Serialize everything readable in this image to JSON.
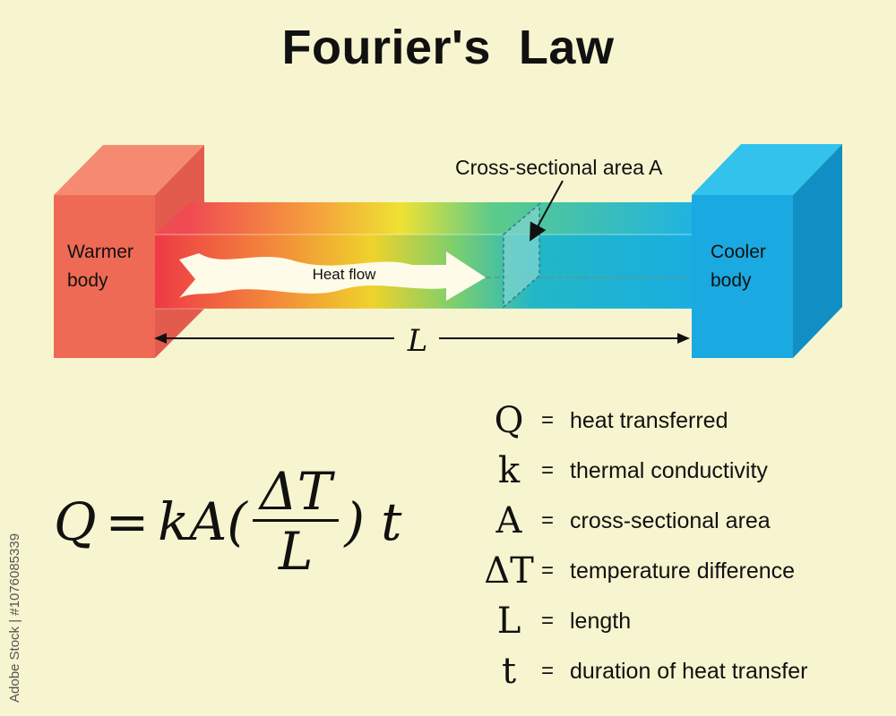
{
  "title": "Fourier's  Law",
  "diagram": {
    "warmer_label_line1": "Warmer",
    "warmer_label_line2": "body",
    "cooler_label_line1": "Cooler",
    "cooler_label_line2": "body",
    "heat_flow_label": "Heat flow",
    "cross_section_label": "Cross-sectional area A",
    "length_label": "L",
    "colors": {
      "warm": "#ef6a55",
      "cool": "#1aa9e0",
      "gradient": [
        "#ee3b45",
        "#f7b22a",
        "#e7e02a",
        "#3fc49a",
        "#19aee0"
      ]
    }
  },
  "formula": {
    "lhs": "Q",
    "equals": "=",
    "coeff": "kA(",
    "numerator": "ΔT",
    "denominator": "L",
    "close": ")",
    "time": "t"
  },
  "legend": [
    {
      "symbol": "Q",
      "eq": "=",
      "desc": "heat transferred"
    },
    {
      "symbol": "k",
      "eq": "=",
      "desc": "thermal conductivity"
    },
    {
      "symbol": "A",
      "eq": "=",
      "desc": "cross-sectional area"
    },
    {
      "symbol": "ΔT",
      "eq": "=",
      "desc": "temperature difference"
    },
    {
      "symbol": "L",
      "eq": "=",
      "desc": "length"
    },
    {
      "symbol": "t",
      "eq": "=",
      "desc": "duration of heat transfer"
    }
  ],
  "watermark": "Adobe Stock | #1076085339"
}
